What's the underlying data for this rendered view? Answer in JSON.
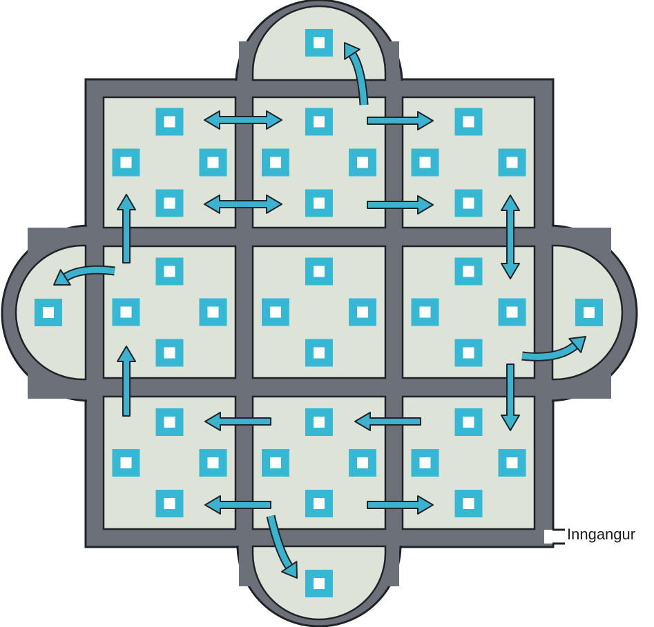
{
  "entrance": {
    "label": "Inngangur"
  },
  "colors": {
    "wall": "#6b7079",
    "wall_outline": "#1f2226",
    "floor": "#dde3d6",
    "floor_outline": "#1f2226",
    "marker": "#36b8d4",
    "marker_center": "#ffffff",
    "arrow": "#3bb3cf",
    "arrow_outline": "#1f2226"
  },
  "rooms": {
    "grid": [
      [
        "room-a1",
        "room-a2",
        "room-a3"
      ],
      [
        "room-b1",
        "room-b2",
        "room-b3"
      ],
      [
        "room-c1",
        "room-c2",
        "room-c3"
      ]
    ],
    "apses": [
      "apse-north",
      "apse-west",
      "apse-east",
      "apse-south"
    ],
    "markers_per_room": 4,
    "markers_per_apse": 1
  },
  "icons": {
    "marker": "display-marker-icon",
    "arrow": "route-arrow-icon"
  }
}
